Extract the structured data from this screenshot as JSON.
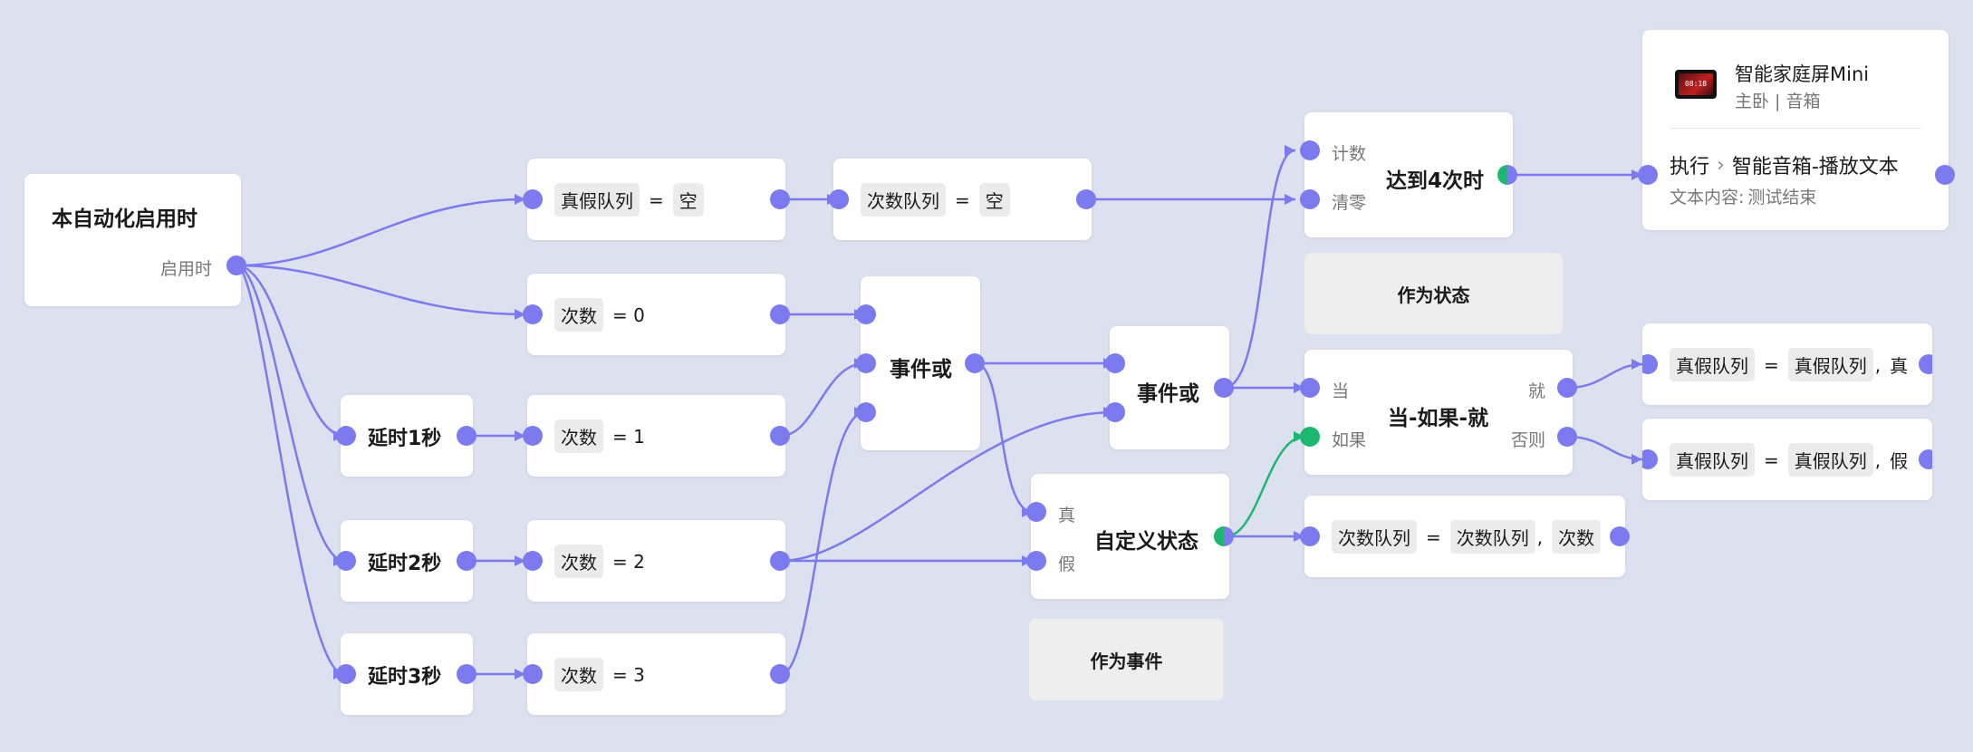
{
  "nodes": {
    "start": {
      "title": "本自动化启用时",
      "port_label": "启用时"
    },
    "set_truefalse_empty": {
      "var": "真假队列",
      "op": "=",
      "val": "空"
    },
    "set_count_queue_empty": {
      "var": "次数队列",
      "op": "=",
      "val": "空"
    },
    "set_count_0": {
      "var": "次数",
      "op": "= 0"
    },
    "set_count_1": {
      "var": "次数",
      "op": "= 1"
    },
    "set_count_2": {
      "var": "次数",
      "op": "= 2"
    },
    "set_count_3": {
      "var": "次数",
      "op": "= 3"
    },
    "delay1": {
      "title": "延时1秒"
    },
    "delay2": {
      "title": "延时2秒"
    },
    "delay3": {
      "title": "延时3秒"
    },
    "event_or_1": {
      "title": "事件或"
    },
    "event_or_2": {
      "title": "事件或"
    },
    "as_event": {
      "title": "作为事件"
    },
    "custom_state": {
      "title": "自定义状态",
      "in_true": "真",
      "in_false": "假"
    },
    "reach4": {
      "title": "达到4次时",
      "in_count": "计数",
      "in_reset": "清零"
    },
    "as_state": {
      "title": "作为状态"
    },
    "when_if_then": {
      "title": "当-如果-就",
      "in_when": "当",
      "in_if": "如果",
      "out_then": "就",
      "out_else": "否则"
    },
    "append_true": {
      "var": "真假队列",
      "op": "=",
      "val": "真假队列",
      "sep": ",",
      "tail": "真"
    },
    "append_false": {
      "var": "真假队列",
      "op": "=",
      "val": "真假队列",
      "sep": ",",
      "tail": "假"
    },
    "append_count": {
      "var": "次数队列",
      "op": "=",
      "val": "次数队列",
      "sep": ",",
      "tail": "次数"
    },
    "device": {
      "name": "智能家庭屏Mini",
      "location": "主卧 | 音箱",
      "screen_time": "08:18",
      "action_prefix": "执行",
      "action_chevron": "›",
      "action_name": "智能音箱-播放文本",
      "content_label": "文本内容:",
      "content_value": "测试结束"
    }
  },
  "colors": {
    "wire": "#7b7bef",
    "wire_green": "#1db870",
    "background": "#dde0ee"
  }
}
